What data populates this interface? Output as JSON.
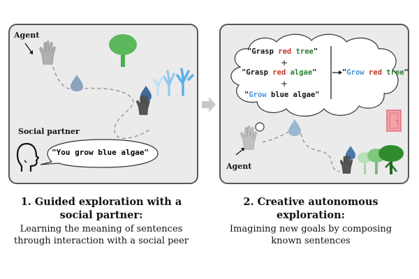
{
  "panel1": {
    "agent_label": "Agent",
    "social_partner_label": "Social partner",
    "speech_text": "\"You grow blue algae\""
  },
  "panel2": {
    "agent_label": "Agent",
    "goals": [
      {
        "parts": [
          {
            "t": "\"Grasp ",
            "c": "#111111"
          },
          {
            "t": "red",
            "c": "#c0392b"
          },
          {
            "t": " ",
            "c": "#111111"
          },
          {
            "t": "tree",
            "c": "#2e7d32"
          },
          {
            "t": "\"",
            "c": "#111111"
          }
        ]
      },
      {
        "parts": [
          {
            "t": "\"Grasp ",
            "c": "#111111"
          },
          {
            "t": "red",
            "c": "#c0392b"
          },
          {
            "t": " ",
            "c": "#111111"
          },
          {
            "t": "algae",
            "c": "#2e7d32"
          },
          {
            "t": "\"",
            "c": "#111111"
          }
        ]
      },
      {
        "parts": [
          {
            "t": "\"",
            "c": "#111111"
          },
          {
            "t": "Grow",
            "c": "#4a90d9"
          },
          {
            "t": " blue algae\"",
            "c": "#111111"
          }
        ]
      }
    ],
    "result_goal": {
      "parts": [
        {
          "t": "\"",
          "c": "#111111"
        },
        {
          "t": "Grow",
          "c": "#4a90d9"
        },
        {
          "t": " ",
          "c": "#111111"
        },
        {
          "t": "red",
          "c": "#c0392b"
        },
        {
          "t": " ",
          "c": "#111111"
        },
        {
          "t": "tree",
          "c": "#2e7d32"
        },
        {
          "t": "\"",
          "c": "#111111"
        }
      ]
    },
    "plus": "+"
  },
  "captions": {
    "c1_title_line1": "1. Guided exploration with a",
    "c1_title_line2": "social partner:",
    "c1_sub_line1": "Learning the meaning of sentences",
    "c1_sub_line2": "through interaction with a social peer",
    "c2_title_line1": "2. Creative autonomous",
    "c2_title_line2": "exploration:",
    "c2_sub_line1": "Imagining new goals by composing",
    "c2_sub_line2": "known sentences"
  },
  "colors": {
    "panel_bg": "#ebebeb",
    "red": "#c0392b",
    "green": "#2e7d32",
    "blue": "#4a90d9"
  }
}
